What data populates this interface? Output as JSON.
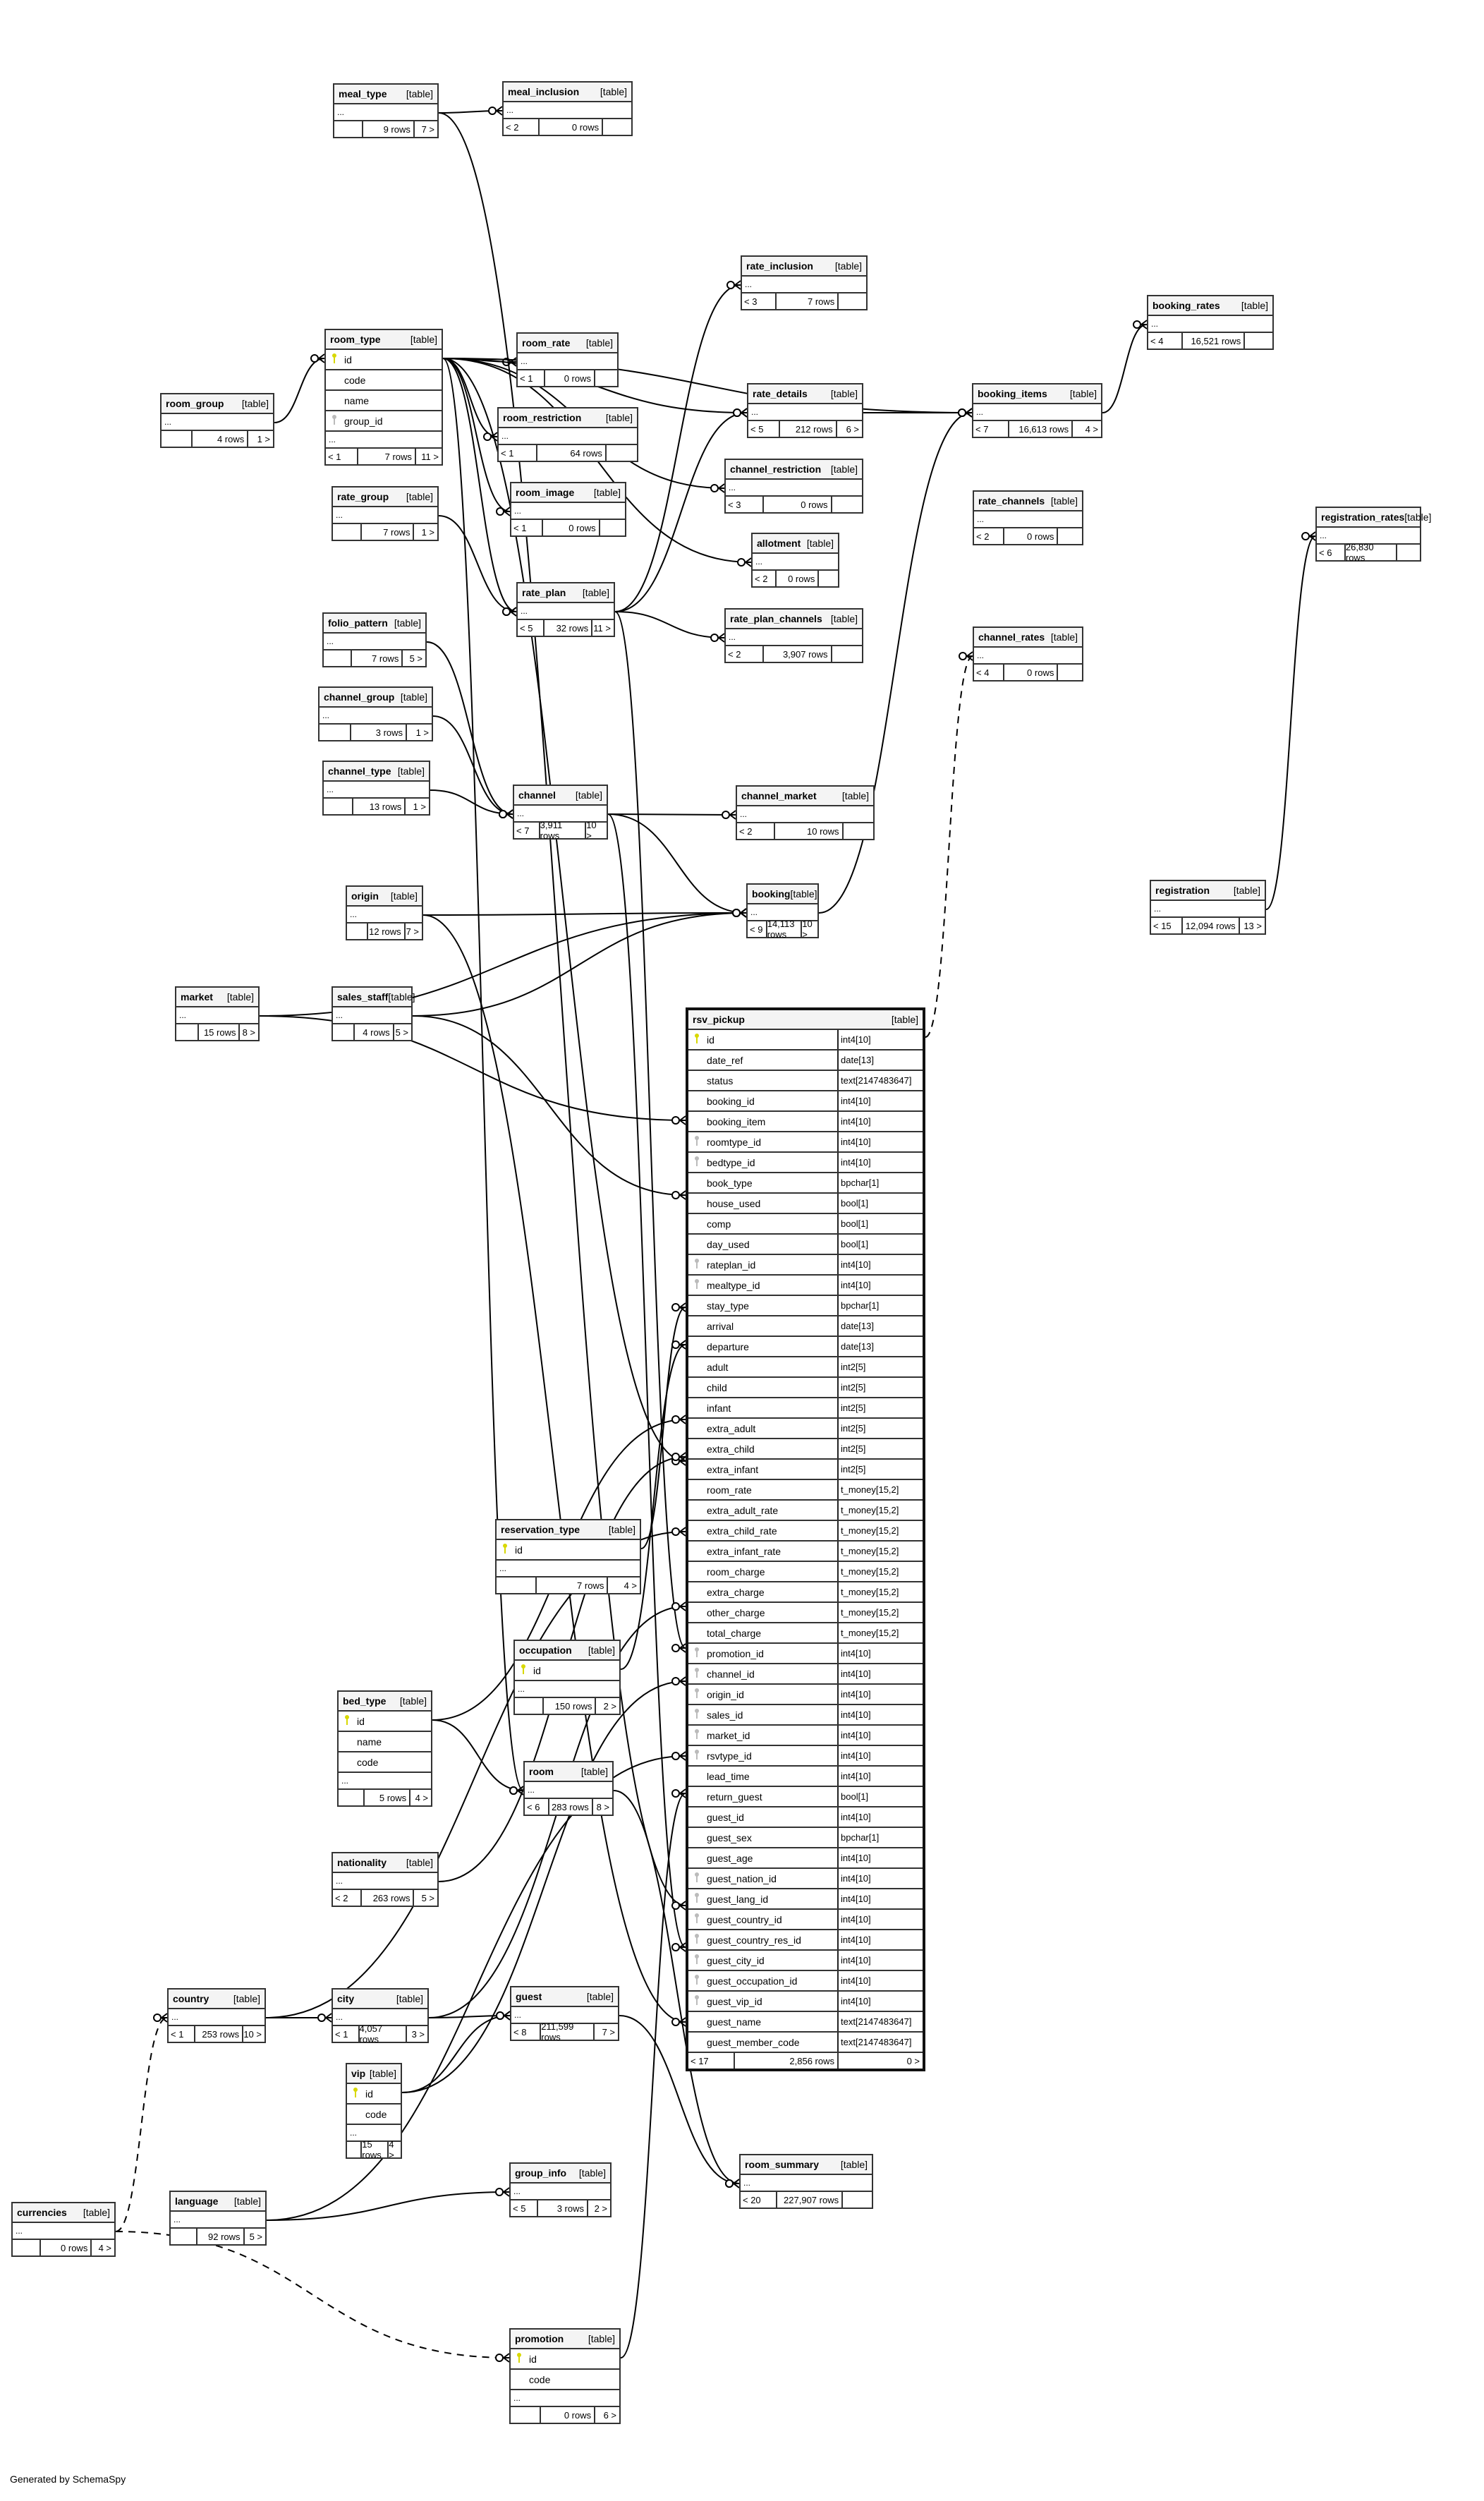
{
  "diagram": {
    "title": "SchemaSpy relationships diagram",
    "footer": "Generated by SchemaSpy",
    "table_kind_label": "[table]",
    "ellipsis": "...",
    "key_icons": {
      "primary": "primary-key-icon",
      "foreign": "foreign-key-icon"
    },
    "colors": {
      "pk_key": "#d8d800",
      "fk_key": "#bbbbbb",
      "header_bg": "#f4f4f4",
      "border": "#333333"
    }
  },
  "tables": [
    {
      "id": "meal_type",
      "name": "meal_type",
      "parents": "",
      "rows": "9 rows",
      "children": "7 >",
      "columns": []
    },
    {
      "id": "meal_inclusion",
      "name": "meal_inclusion",
      "parents": "< 2",
      "rows": "0 rows",
      "children": "",
      "columns": []
    },
    {
      "id": "rate_inclusion",
      "name": "rate_inclusion",
      "parents": "< 3",
      "rows": "7 rows",
      "children": "",
      "columns": []
    },
    {
      "id": "booking_rates",
      "name": "booking_rates",
      "parents": "< 4",
      "rows": "16,521 rows",
      "children": "",
      "columns": []
    },
    {
      "id": "room_group",
      "name": "room_group",
      "parents": "",
      "rows": "4 rows",
      "children": "1 >",
      "columns": []
    },
    {
      "id": "room_type",
      "name": "room_type",
      "parents": "< 1",
      "rows": "7 rows",
      "children": "11 >",
      "columns": [
        {
          "name": "id",
          "key": "pk"
        },
        {
          "name": "code",
          "key": ""
        },
        {
          "name": "name",
          "key": ""
        },
        {
          "name": "group_id",
          "key": "fk"
        }
      ]
    },
    {
      "id": "room_rate",
      "name": "room_rate",
      "parents": "< 1",
      "rows": "0 rows",
      "children": "",
      "columns": []
    },
    {
      "id": "rate_details",
      "name": "rate_details",
      "parents": "< 5",
      "rows": "212 rows",
      "children": "6 >",
      "columns": []
    },
    {
      "id": "booking_items",
      "name": "booking_items",
      "parents": "< 7",
      "rows": "16,613 rows",
      "children": "4 >",
      "columns": []
    },
    {
      "id": "room_restriction",
      "name": "room_restriction",
      "parents": "< 1",
      "rows": "64 rows",
      "children": "",
      "columns": []
    },
    {
      "id": "channel_restriction",
      "name": "channel_restriction",
      "parents": "< 3",
      "rows": "0 rows",
      "children": "",
      "columns": []
    },
    {
      "id": "rate_group",
      "name": "rate_group",
      "parents": "",
      "rows": "7 rows",
      "children": "1 >",
      "columns": []
    },
    {
      "id": "room_image",
      "name": "room_image",
      "parents": "< 1",
      "rows": "0 rows",
      "children": "",
      "columns": []
    },
    {
      "id": "rate_channels",
      "name": "rate_channels",
      "parents": "< 2",
      "rows": "0 rows",
      "children": "",
      "columns": []
    },
    {
      "id": "registration_rates",
      "name": "registration_rates",
      "parents": "< 6",
      "rows": "26,830 rows",
      "children": "",
      "columns": []
    },
    {
      "id": "allotment",
      "name": "allotment",
      "parents": "< 2",
      "rows": "0 rows",
      "children": "",
      "columns": []
    },
    {
      "id": "rate_plan",
      "name": "rate_plan",
      "parents": "< 5",
      "rows": "32 rows",
      "children": "11 >",
      "columns": []
    },
    {
      "id": "folio_pattern",
      "name": "folio_pattern",
      "parents": "",
      "rows": "7 rows",
      "children": "5 >",
      "columns": []
    },
    {
      "id": "rate_plan_channels",
      "name": "rate_plan_channels",
      "parents": "< 2",
      "rows": "3,907 rows",
      "children": "",
      "columns": []
    },
    {
      "id": "channel_rates",
      "name": "channel_rates",
      "parents": "< 4",
      "rows": "0 rows",
      "children": "",
      "columns": []
    },
    {
      "id": "channel_group",
      "name": "channel_group",
      "parents": "",
      "rows": "3 rows",
      "children": "1 >",
      "columns": []
    },
    {
      "id": "channel_type",
      "name": "channel_type",
      "parents": "",
      "rows": "13 rows",
      "children": "1 >",
      "columns": []
    },
    {
      "id": "channel",
      "name": "channel",
      "parents": "< 7",
      "rows": "3,911 rows",
      "children": "10 >",
      "columns": []
    },
    {
      "id": "channel_market",
      "name": "channel_market",
      "parents": "< 2",
      "rows": "10 rows",
      "children": "",
      "columns": []
    },
    {
      "id": "origin",
      "name": "origin",
      "parents": "",
      "rows": "12 rows",
      "children": "7 >",
      "columns": []
    },
    {
      "id": "booking",
      "name": "booking",
      "parents": "< 9",
      "rows": "14,113 rows",
      "children": "10 >",
      "columns": []
    },
    {
      "id": "registration",
      "name": "registration",
      "parents": "< 15",
      "rows": "12,094 rows",
      "children": "13 >",
      "columns": []
    },
    {
      "id": "market",
      "name": "market",
      "parents": "",
      "rows": "15 rows",
      "children": "8 >",
      "columns": []
    },
    {
      "id": "sales_staff",
      "name": "sales_staff",
      "parents": "",
      "rows": "4 rows",
      "children": "5 >",
      "columns": []
    },
    {
      "id": "reservation_type",
      "name": "reservation_type",
      "parents": "",
      "rows": "7 rows",
      "children": "4 >",
      "columns": [
        {
          "name": "id",
          "key": "pk"
        }
      ]
    },
    {
      "id": "occupation",
      "name": "occupation",
      "parents": "",
      "rows": "150 rows",
      "children": "2 >",
      "columns": [
        {
          "name": "id",
          "key": "pk"
        }
      ]
    },
    {
      "id": "bed_type",
      "name": "bed_type",
      "parents": "",
      "rows": "5 rows",
      "children": "4 >",
      "columns": [
        {
          "name": "id",
          "key": "pk"
        },
        {
          "name": "name",
          "key": ""
        },
        {
          "name": "code",
          "key": ""
        }
      ]
    },
    {
      "id": "room",
      "name": "room",
      "parents": "< 6",
      "rows": "283 rows",
      "children": "8 >",
      "columns": []
    },
    {
      "id": "nationality",
      "name": "nationality",
      "parents": "< 2",
      "rows": "263 rows",
      "children": "5 >",
      "columns": []
    },
    {
      "id": "country",
      "name": "country",
      "parents": "< 1",
      "rows": "253 rows",
      "children": "10 >",
      "columns": []
    },
    {
      "id": "city",
      "name": "city",
      "parents": "< 1",
      "rows": "4,057 rows",
      "children": "3 >",
      "columns": []
    },
    {
      "id": "guest",
      "name": "guest",
      "parents": "< 8",
      "rows": "211,599 rows",
      "children": "7 >",
      "columns": []
    },
    {
      "id": "vip",
      "name": "vip",
      "parents": "",
      "rows": "15 rows",
      "children": "4 >",
      "columns": [
        {
          "name": "id",
          "key": "pk"
        },
        {
          "name": "code",
          "key": ""
        }
      ]
    },
    {
      "id": "group_info",
      "name": "group_info",
      "parents": "< 5",
      "rows": "3 rows",
      "children": "2 >",
      "columns": []
    },
    {
      "id": "room_summary",
      "name": "room_summary",
      "parents": "< 20",
      "rows": "227,907 rows",
      "children": "",
      "columns": []
    },
    {
      "id": "currencies",
      "name": "currencies",
      "parents": "",
      "rows": "0 rows",
      "children": "4 >",
      "columns": []
    },
    {
      "id": "language",
      "name": "language",
      "parents": "",
      "rows": "92 rows",
      "children": "5 >",
      "columns": []
    },
    {
      "id": "promotion",
      "name": "promotion",
      "parents": "",
      "rows": "0 rows",
      "children": "6 >",
      "columns": [
        {
          "name": "id",
          "key": "pk"
        },
        {
          "name": "code",
          "key": ""
        }
      ]
    }
  ],
  "focus_table": {
    "name": "rsv_pickup",
    "parents": "< 17",
    "rows": "2,856 rows",
    "children": "0 >",
    "columns": [
      {
        "name": "id",
        "type": "int4[10]",
        "key": "pk"
      },
      {
        "name": "date_ref",
        "type": "date[13]",
        "key": ""
      },
      {
        "name": "status",
        "type": "text[2147483647]",
        "key": ""
      },
      {
        "name": "booking_id",
        "type": "int4[10]",
        "key": ""
      },
      {
        "name": "booking_item",
        "type": "int4[10]",
        "key": ""
      },
      {
        "name": "roomtype_id",
        "type": "int4[10]",
        "key": "fk"
      },
      {
        "name": "bedtype_id",
        "type": "int4[10]",
        "key": "fk"
      },
      {
        "name": "book_type",
        "type": "bpchar[1]",
        "key": ""
      },
      {
        "name": "house_used",
        "type": "bool[1]",
        "key": ""
      },
      {
        "name": "comp",
        "type": "bool[1]",
        "key": ""
      },
      {
        "name": "day_used",
        "type": "bool[1]",
        "key": ""
      },
      {
        "name": "rateplan_id",
        "type": "int4[10]",
        "key": "fk"
      },
      {
        "name": "mealtype_id",
        "type": "int4[10]",
        "key": "fk"
      },
      {
        "name": "stay_type",
        "type": "bpchar[1]",
        "key": ""
      },
      {
        "name": "arrival",
        "type": "date[13]",
        "key": ""
      },
      {
        "name": "departure",
        "type": "date[13]",
        "key": ""
      },
      {
        "name": "adult",
        "type": "int2[5]",
        "key": ""
      },
      {
        "name": "child",
        "type": "int2[5]",
        "key": ""
      },
      {
        "name": "infant",
        "type": "int2[5]",
        "key": ""
      },
      {
        "name": "extra_adult",
        "type": "int2[5]",
        "key": ""
      },
      {
        "name": "extra_child",
        "type": "int2[5]",
        "key": ""
      },
      {
        "name": "extra_infant",
        "type": "int2[5]",
        "key": ""
      },
      {
        "name": "room_rate",
        "type": "t_money[15,2]",
        "key": ""
      },
      {
        "name": "extra_adult_rate",
        "type": "t_money[15,2]",
        "key": ""
      },
      {
        "name": "extra_child_rate",
        "type": "t_money[15,2]",
        "key": ""
      },
      {
        "name": "extra_infant_rate",
        "type": "t_money[15,2]",
        "key": ""
      },
      {
        "name": "room_charge",
        "type": "t_money[15,2]",
        "key": ""
      },
      {
        "name": "extra_charge",
        "type": "t_money[15,2]",
        "key": ""
      },
      {
        "name": "other_charge",
        "type": "t_money[15,2]",
        "key": ""
      },
      {
        "name": "total_charge",
        "type": "t_money[15,2]",
        "key": ""
      },
      {
        "name": "promotion_id",
        "type": "int4[10]",
        "key": "fk"
      },
      {
        "name": "channel_id",
        "type": "int4[10]",
        "key": "fk"
      },
      {
        "name": "origin_id",
        "type": "int4[10]",
        "key": "fk"
      },
      {
        "name": "sales_id",
        "type": "int4[10]",
        "key": "fk"
      },
      {
        "name": "market_id",
        "type": "int4[10]",
        "key": "fk"
      },
      {
        "name": "rsvtype_id",
        "type": "int4[10]",
        "key": "fk"
      },
      {
        "name": "lead_time",
        "type": "int4[10]",
        "key": ""
      },
      {
        "name": "return_guest",
        "type": "bool[1]",
        "key": ""
      },
      {
        "name": "guest_id",
        "type": "int4[10]",
        "key": ""
      },
      {
        "name": "guest_sex",
        "type": "bpchar[1]",
        "key": ""
      },
      {
        "name": "guest_age",
        "type": "int4[10]",
        "key": ""
      },
      {
        "name": "guest_nation_id",
        "type": "int4[10]",
        "key": "fk"
      },
      {
        "name": "guest_lang_id",
        "type": "int4[10]",
        "key": "fk"
      },
      {
        "name": "guest_country_id",
        "type": "int4[10]",
        "key": "fk"
      },
      {
        "name": "guest_country_res_id",
        "type": "int4[10]",
        "key": "fk"
      },
      {
        "name": "guest_city_id",
        "type": "int4[10]",
        "key": "fk"
      },
      {
        "name": "guest_occupation_id",
        "type": "int4[10]",
        "key": "fk"
      },
      {
        "name": "guest_vip_id",
        "type": "int4[10]",
        "key": "fk"
      },
      {
        "name": "guest_name",
        "type": "text[2147483647]",
        "key": ""
      },
      {
        "name": "guest_member_code",
        "type": "text[2147483647]",
        "key": ""
      }
    ]
  },
  "relationships": [
    {
      "from": "room_group",
      "to": "room_type"
    },
    {
      "from": "meal_type",
      "to": "meal_inclusion"
    },
    {
      "from": "room_type",
      "to": "room_rate"
    },
    {
      "from": "room_type",
      "to": "room_restriction"
    },
    {
      "from": "room_type",
      "to": "room_image"
    },
    {
      "from": "room_type",
      "to": "rate_plan"
    },
    {
      "from": "room_type",
      "to": "rate_details"
    },
    {
      "from": "room_type",
      "to": "channel_restriction"
    },
    {
      "from": "room_type",
      "to": "allotment"
    },
    {
      "from": "room_type",
      "to": "booking_items"
    },
    {
      "from": "room_type",
      "to": "room"
    },
    {
      "from": "room_type",
      "to": "rsv_pickup"
    },
    {
      "from": "rate_group",
      "to": "rate_plan"
    },
    {
      "from": "rate_plan",
      "to": "rate_inclusion"
    },
    {
      "from": "rate_plan",
      "to": "rate_details"
    },
    {
      "from": "rate_plan",
      "to": "rate_plan_channels"
    },
    {
      "from": "rate_plan",
      "to": "rsv_pickup"
    },
    {
      "from": "rate_details",
      "to": "booking_items"
    },
    {
      "from": "booking_items",
      "to": "booking_rates"
    },
    {
      "from": "folio_pattern",
      "to": "channel"
    },
    {
      "from": "channel_group",
      "to": "channel"
    },
    {
      "from": "channel_type",
      "to": "channel"
    },
    {
      "from": "channel",
      "to": "channel_market"
    },
    {
      "from": "channel",
      "to": "booking"
    },
    {
      "from": "channel",
      "to": "rsv_pickup"
    },
    {
      "from": "origin",
      "to": "booking"
    },
    {
      "from": "origin",
      "to": "rsv_pickup"
    },
    {
      "from": "market",
      "to": "booking"
    },
    {
      "from": "market",
      "to": "rsv_pickup"
    },
    {
      "from": "sales_staff",
      "to": "booking"
    },
    {
      "from": "sales_staff",
      "to": "rsv_pickup"
    },
    {
      "from": "booking",
      "to": "booking_items"
    },
    {
      "from": "registration",
      "to": "registration_rates"
    },
    {
      "from": "reservation_type",
      "to": "rsv_pickup"
    },
    {
      "from": "occupation",
      "to": "rsv_pickup"
    },
    {
      "from": "bed_type",
      "to": "room"
    },
    {
      "from": "bed_type",
      "to": "rsv_pickup"
    },
    {
      "from": "nationality",
      "to": "rsv_pickup"
    },
    {
      "from": "country",
      "to": "city"
    },
    {
      "from": "country",
      "to": "rsv_pickup"
    },
    {
      "from": "city",
      "to": "guest"
    },
    {
      "from": "city",
      "to": "rsv_pickup"
    },
    {
      "from": "vip",
      "to": "guest"
    },
    {
      "from": "vip",
      "to": "rsv_pickup"
    },
    {
      "from": "language",
      "to": "group_info"
    },
    {
      "from": "language",
      "to": "rsv_pickup"
    },
    {
      "from": "promotion",
      "to": "rsv_pickup"
    },
    {
      "from": "guest",
      "to": "room_summary"
    },
    {
      "from": "room",
      "to": "room_summary"
    },
    {
      "from": "meal_type",
      "to": "rsv_pickup"
    },
    {
      "from": "currencies",
      "to": "country",
      "implied": true
    },
    {
      "from": "currencies",
      "to": "promotion",
      "implied": true
    },
    {
      "from": "rsv_pickup",
      "to": "channel_rates",
      "implied": true
    }
  ]
}
